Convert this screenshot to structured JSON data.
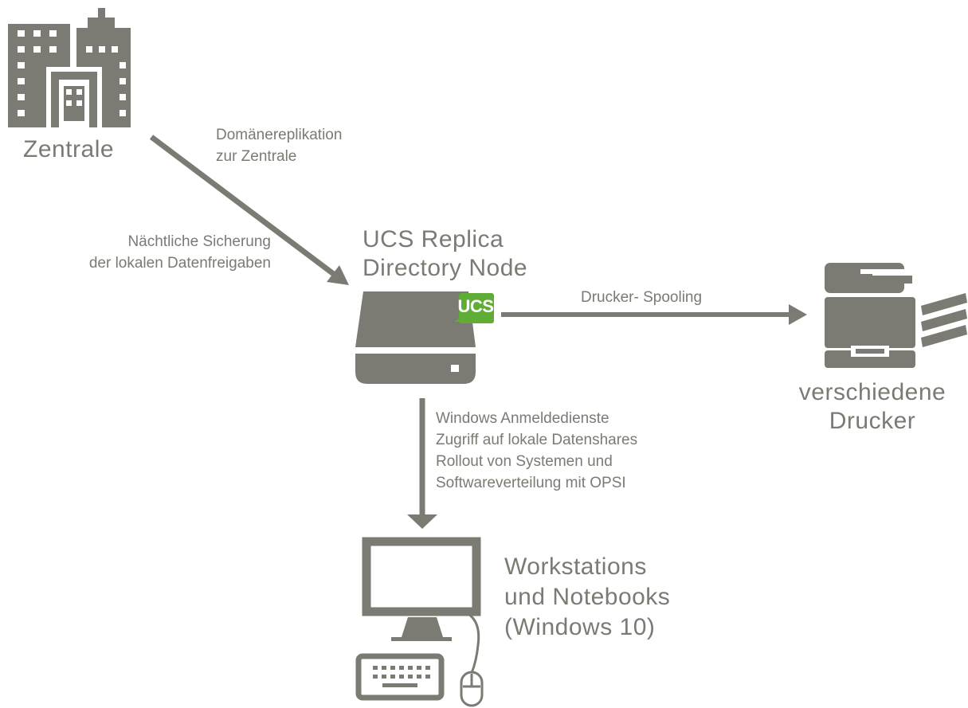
{
  "colors": {
    "primary_gray": "#7b7a73",
    "ucs_green": "#5fac36",
    "background": "#ffffff"
  },
  "nodes": {
    "zentrale": {
      "label": "Zentrale",
      "icon": "office-buildings-icon"
    },
    "replica": {
      "label_line1": "UCS Replica",
      "label_line2": "Directory Node",
      "icon": "server-icon",
      "badge": "UCS"
    },
    "printers": {
      "label_line1": "verschiedene",
      "label_line2": "Drucker",
      "icon": "printer-icon"
    },
    "workstations": {
      "label_line1": "Workstations",
      "label_line2": "und Notebooks",
      "label_line3": "(Windows 10)",
      "icon": "desktop-computer-icon"
    }
  },
  "edges": {
    "replication": {
      "line1": "Domänereplikation",
      "line2": "zur Zentrale"
    },
    "backup": {
      "line1": "Nächtliche Sicherung",
      "line2": "der lokalen Datenfreigaben"
    },
    "spooling": {
      "label": "Drucker- Spooling"
    },
    "services": {
      "line1": "Windows Anmeldedienste",
      "line2": "Zugriff auf lokale Datenshares",
      "line3": "Rollout von Systemen und",
      "line4": "Softwareverteilung mit OPSI"
    }
  }
}
